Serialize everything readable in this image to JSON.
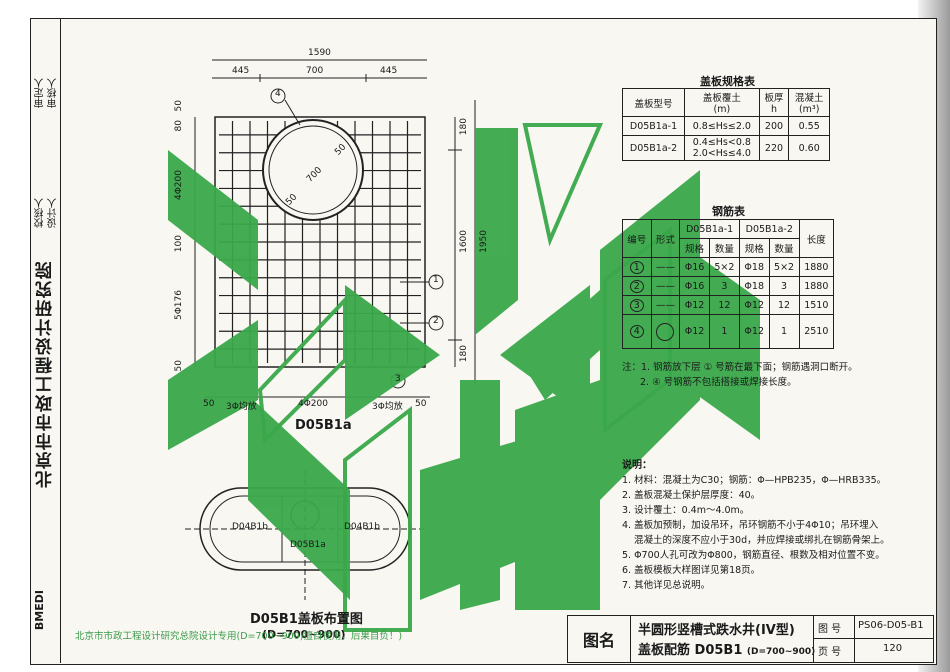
{
  "institute": "北京市市政工程设计研究院",
  "brand": "BMEDI",
  "signatures": {
    "checker_label": "校核人",
    "designer_label": "设计人",
    "approver_label": "审定人",
    "reviewer_label": "审核人"
  },
  "plan": {
    "caption": "D05B1a",
    "top_dims": {
      "total": "1590",
      "left": "445",
      "middle": "700",
      "right": "445"
    },
    "left_dims": [
      "50",
      "80",
      "4Φ200",
      "100",
      "5Φ176",
      "50"
    ],
    "right_dims": {
      "top": "180",
      "middle": "1600",
      "total": "1950",
      "bottom": "180"
    },
    "bottom_dims": [
      "50",
      "3Φ均放",
      "4Φ200",
      "3Φ均放",
      "50"
    ],
    "circle_dims": [
      "50",
      "700",
      "50"
    ],
    "callouts": [
      "4",
      "1",
      "2",
      "3"
    ]
  },
  "layout": {
    "caption": "D05B1盖板布置图",
    "subcaption": "(D=700~900)",
    "labels": [
      "D04B1b",
      "D04B1b",
      "D05B1a"
    ]
  },
  "cover_table": {
    "title": "盖板规格表",
    "headers": [
      "盖板型号",
      "盖板覆土",
      "(m)",
      "板厚",
      "h",
      "混凝土",
      "(m³)"
    ],
    "rows": [
      [
        "D05B1a-1",
        "0.8≤Hs≤2.0",
        "200",
        "0.55"
      ],
      [
        "D05B1a-2",
        "0.4≤Hs<0.8",
        "2.0<Hs≤4.0",
        "220",
        "0.60"
      ]
    ]
  },
  "rebar_table": {
    "title": "钢筋表",
    "headers": [
      "编号",
      "形式",
      "D05B1a-1",
      "D05B1a-2",
      "长度",
      "规格",
      "数量",
      "规格",
      "数量"
    ],
    "rows": [
      [
        "1",
        "Φ16",
        "5×2",
        "Φ18",
        "5×2",
        "1880"
      ],
      [
        "2",
        "Φ16",
        "3",
        "Φ18",
        "3",
        "1880"
      ],
      [
        "3",
        "Φ12",
        "12",
        "Φ12",
        "12",
        "1510"
      ],
      [
        "4",
        "Φ12",
        "1",
        "Φ12",
        "1",
        "2510"
      ]
    ]
  },
  "table_notes": [
    "注：1. 钢筋放下层 ① 号筋在最下面；钢筋遇洞口断开。",
    "2. ④ 号钢筋不包括搭接或焊接长度。"
  ],
  "explanation": {
    "title": "说明：",
    "items": [
      "1. 材料：混凝土为C30；钢筋：Φ—HPB235，Φ—HRB335。",
      "2. 盖板混凝土保护层厚度：40。",
      "3. 设计覆土：0.4m～4.0m。",
      "4. 盖板加预制，加设吊环，吊环钢筋不小于4Φ10；吊环埋入",
      "混凝土的深度不应小于30d，并应焊接或绑扎在钢筋骨架上。",
      "5. Φ700人孔可改为Φ800，钢筋直径、根数及相对位置不变。",
      "6. 盖板模板大样图详见第18页。",
      "7. 其他详见总说明。"
    ]
  },
  "footer_note": "北京市市政工程设计研究总院设计专用(D=700~900)擅自使用，后果自负！)",
  "title_block": {
    "figure_label": "图名",
    "title_line1": "半圆形竖槽式跌水井(IV型)",
    "title_line2": "盖板配筋  D05B1",
    "title_line2_small": "(D=700~900)",
    "drawing_no_label": "图 号",
    "drawing_no": "PS06-D05-B1",
    "page_label": "页 号",
    "page_no": "120"
  },
  "colors": {
    "watermark": "#3aa84a",
    "line": "#1a1a1a",
    "paper": "#f8f7f2"
  }
}
